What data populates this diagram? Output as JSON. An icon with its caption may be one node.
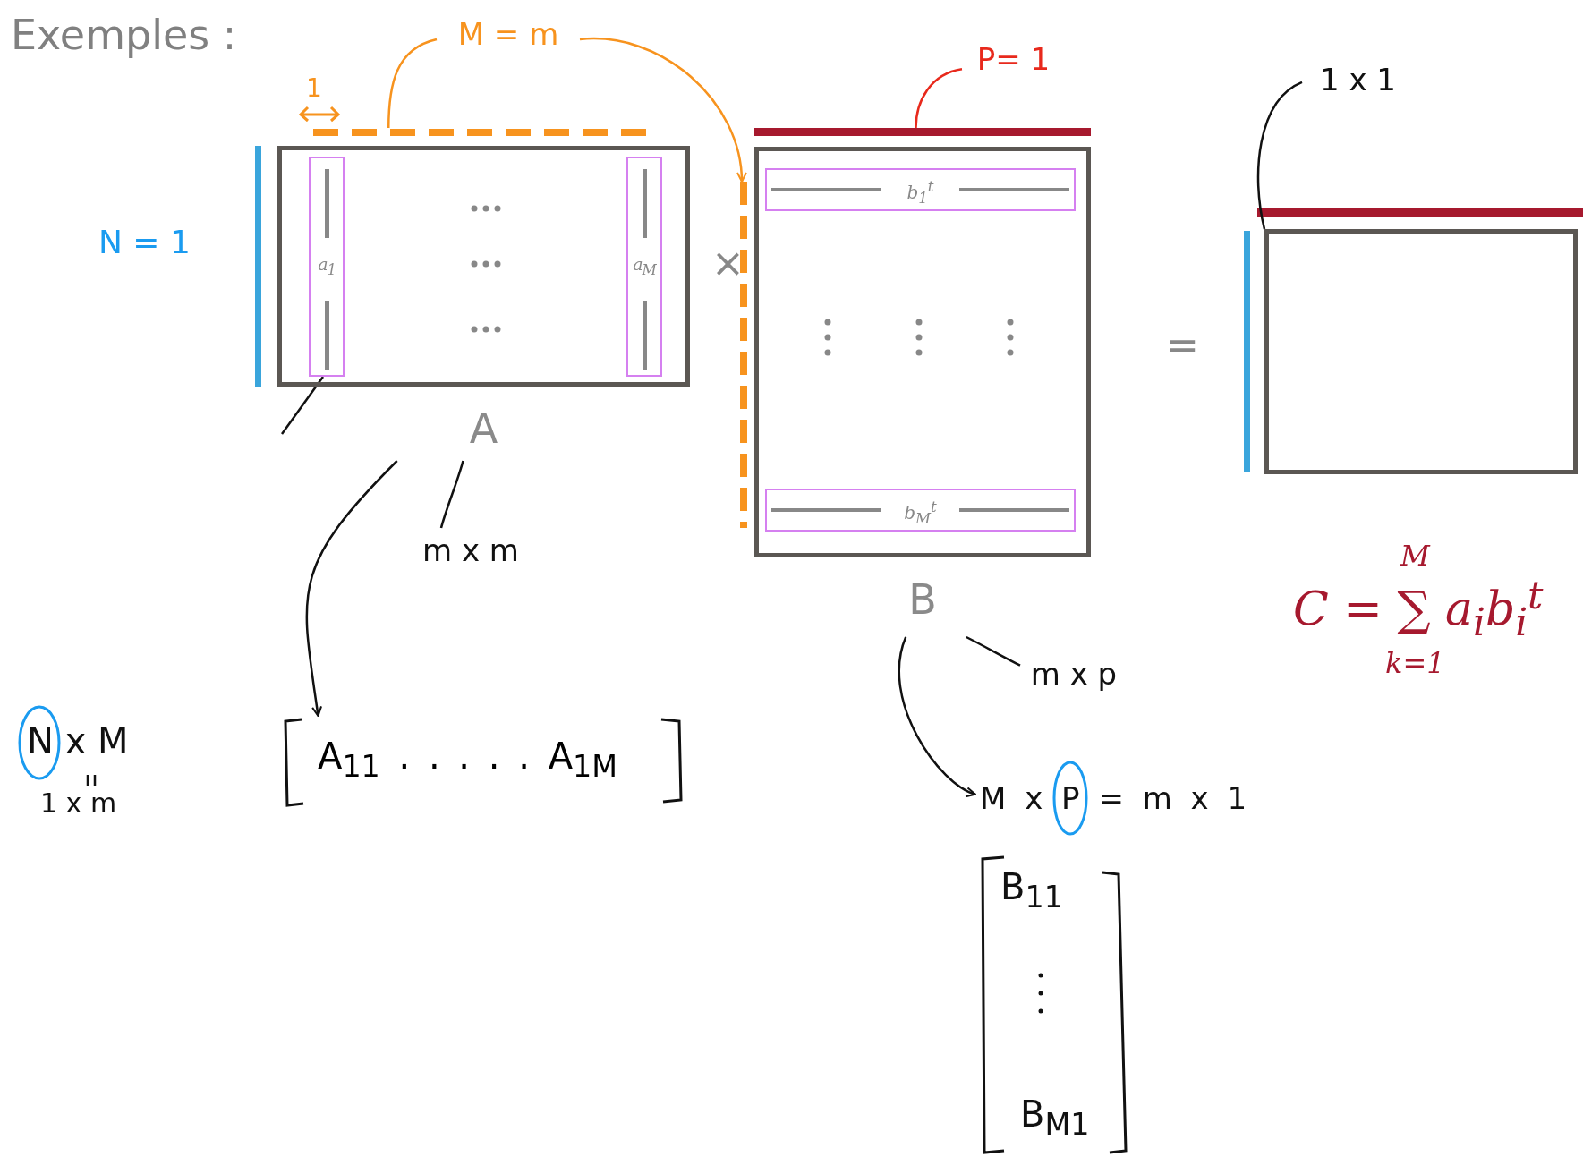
{
  "diagram": {
    "title": "Exemples :",
    "nodes": [
      {
        "text": [
          "A"
        ]
      },
      {
        "text": [
          "a$_{1}$"
        ],
        "in": 0
      },
      {
        "text": [
          "a$_{M}$"
        ],
        "in": 0
      },
      {
        "text": [
          "B"
        ]
      },
      {
        "text": [
          "b$_{1}$$^{t}$"
        ],
        "in": 3
      },
      {
        "text": [
          "b$_{M}$$^{t}$"
        ],
        "in": 3
      },
      {
        "text": [],
        "shape": "box"
      },
      {
        "text": [
          "M = m"
        ]
      },
      {
        "text": [
          "P= 1"
        ]
      },
      {
        "text": [
          "1 x 1"
        ]
      },
      {
        "text": [
          "m x m"
        ]
      },
      {
        "text": [
          "A$_{11}$ . . . . . A$_{1M}$"
        ]
      },
      {
        "text": [
          "m x p"
        ]
      },
      {
        "text": [
          "M x P = m x 1"
        ]
      },
      {
        "text": [],
        "shape": "bar"
      },
      {
        "text": [],
        "shape": "bar"
      },
      {
        "text": [],
        "shape": "bar"
      }
    ],
    "edges": [
      {
        "from": 7,
        "to": 14,
        "arrow": "to",
        "color": "#f7931e"
      },
      {
        "from": 7,
        "to": 15,
        "arrow": "none",
        "color": "#f7931e"
      },
      {
        "from": 8,
        "to": 16,
        "arrow": "none",
        "color": "#e8291c"
      },
      {
        "from": 9,
        "to": 6,
        "arrow": "none"
      },
      {
        "from": 10,
        "to": 0,
        "arrow": "none"
      },
      {
        "from": 0,
        "to": 11,
        "arrow": "to"
      },
      {
        "from": 12,
        "to": 3,
        "arrow": "none"
      },
      {
        "from": 3,
        "to": 13,
        "arrow": "to"
      },
      {
        "from": 1,
        "to": null,
        "arrow": "none"
      }
    ],
    "labels": [
      "1",
      "N = 1",
      "×",
      "=",
      "N x M",
      "1 x m",
      "B$_{11}$",
      "B$_{M1}$",
      "M",
      "C = ∑ a$_{i}$b$_{i}$$^{t}$",
      "k=1"
    ]
  }
}
